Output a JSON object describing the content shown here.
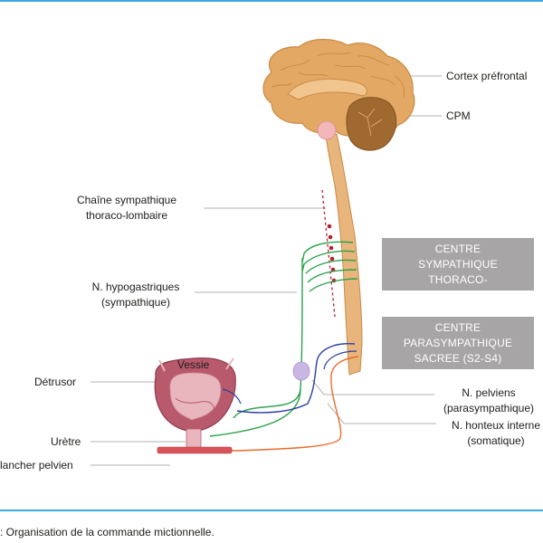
{
  "colors": {
    "rule": "#3aa9e6",
    "brain": "#e3a864",
    "brain_dark": "#c98a46",
    "cerebellum": "#a0692f",
    "spinal_cord": "#e8b57d",
    "sympathetic_red": "#b61f2e",
    "green_nerve": "#2aa24a",
    "blue_nerve": "#2b3fa0",
    "orange_nerve": "#ec6a2c",
    "bladder": "#b85a6c",
    "bladder_inner": "#e9b6be",
    "ganglion": "#c9b6e2",
    "pmc": "#f2b7b9",
    "box_fill": "#a7a5a5",
    "pelvic_floor": "#d9545a"
  },
  "labels": {
    "cortex": "Cortex préfrontal",
    "cpm": "CPM",
    "chain_line1": "Chaîne sympathique",
    "chain_line2": "thoraco-lombaire",
    "hypo_line1": "N. hypogastriques",
    "hypo_line2": "(sympathique)",
    "vessie": "Vessie",
    "detrusor": "Détrusor",
    "uretre": "Urètre",
    "plancher": "Plancher pelvien",
    "pelviens_line1": "N. pelviens",
    "pelviens_line2": "(parasympathique)",
    "honteux_line1": "N. honteux interne",
    "honteux_line2": "(somatique)"
  },
  "boxes": {
    "sympathique": [
      "CENTRE",
      "SYMPATHIQUE",
      "THORACO-"
    ],
    "parasympathique": [
      "CENTRE",
      "PARASYMPATHIQUE",
      "SACREE (S2-S4)"
    ]
  },
  "caption": ": Organisation de la commande mictionnelle."
}
